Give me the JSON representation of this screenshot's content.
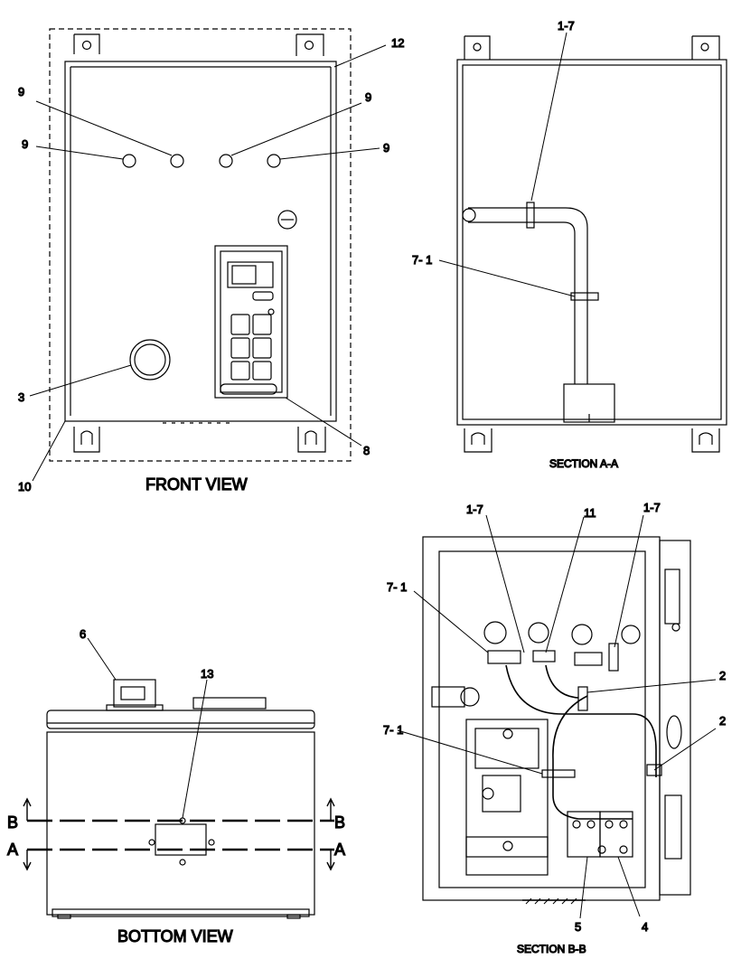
{
  "views": {
    "front": {
      "caption": "FRONT VIEW",
      "callouts": [
        "12",
        "9",
        "9",
        "9",
        "9",
        "3",
        "8",
        "10"
      ]
    },
    "section_a": {
      "caption": "SECTION  A-A",
      "callouts": [
        "1-7",
        "7- 1"
      ]
    },
    "bottom": {
      "caption": "BOTTOM VIEW",
      "callouts": [
        "6",
        "13"
      ],
      "section_marks": [
        "B",
        "B",
        "A",
        "A"
      ]
    },
    "section_b": {
      "caption": "SECTION  B-B",
      "callouts": [
        "1-7",
        "11",
        "1-7",
        "7- 1",
        "2",
        "2",
        "7- 1",
        "5",
        "4"
      ]
    }
  }
}
